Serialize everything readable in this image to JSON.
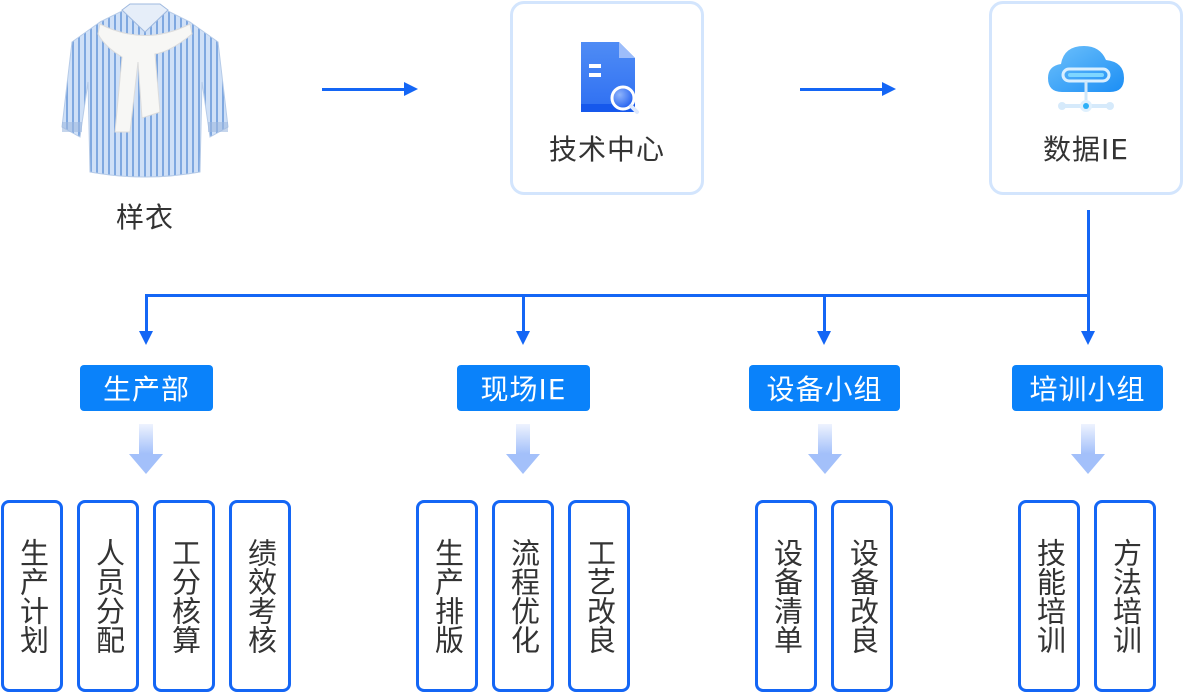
{
  "diagram": {
    "start": {
      "label": "样衣",
      "icon": "striped-shirt-icon"
    },
    "top_nodes": [
      {
        "label": "技术中心",
        "icon": "document-search-icon"
      },
      {
        "label": "数据IE",
        "icon": "cloud-network-icon"
      }
    ],
    "departments": [
      {
        "label": "生产部",
        "tasks": [
          "生产计划",
          "人员分配",
          "工分核算",
          "绩效考核"
        ]
      },
      {
        "label": "现场IE",
        "tasks": [
          "生产排版",
          "流程优化",
          "工艺改良"
        ]
      },
      {
        "label": "设备小组",
        "tasks": [
          "设备清单",
          "设备改良"
        ]
      },
      {
        "label": "培训小组",
        "tasks": [
          "技能培训",
          "方法培训"
        ]
      }
    ]
  },
  "colors": {
    "primary_line": "#1466f5",
    "dept_fill": "#0a82fa",
    "card_border": "#d3e5fd",
    "soft_arrow": "#a9c6fb",
    "text": "#333333"
  }
}
